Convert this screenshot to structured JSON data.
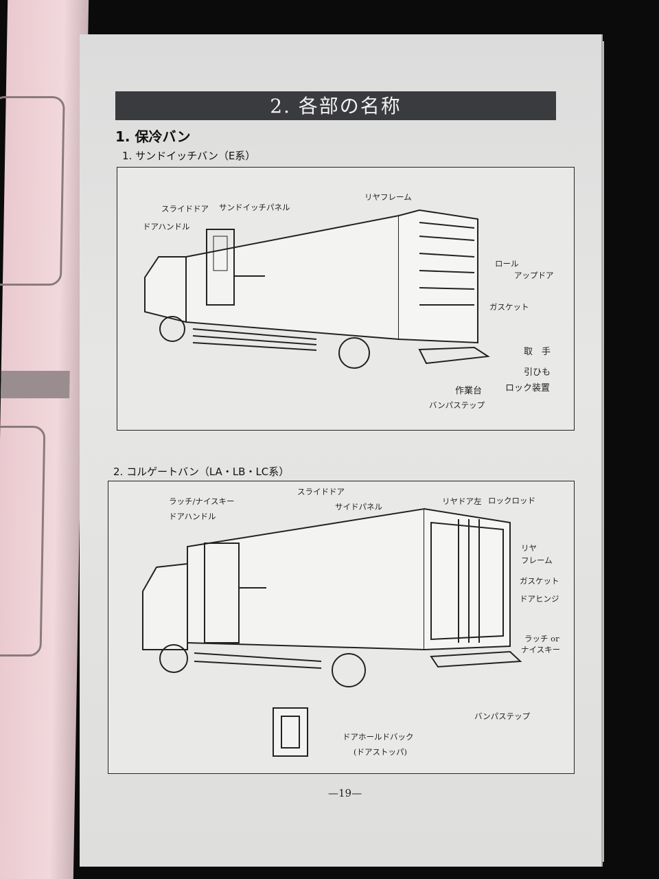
{
  "section_title": "2. 各部の名称",
  "heading": "1.  保冷バン",
  "sub1": {
    "title": "1.  サンドイッチバン（E系）",
    "labels": [
      "スライドドア",
      "サンドイッチパネル",
      "ドアハンドル",
      "リヤフレーム",
      "ロール",
      "アップドア",
      "ガスケット",
      "取　手",
      "引ひも",
      "作業台",
      "ロック装置",
      "バンパステップ"
    ]
  },
  "sub2": {
    "title": "2.  コルゲートバン（LA・LB・LC系）",
    "labels": [
      "ラッチ/ナイスキー",
      "スライドドア",
      "ドアハンドル",
      "サイドパネル",
      "リヤドア左",
      "ロックロッド",
      "リヤ",
      "フレーム",
      "ガスケット",
      "ドアヒンジ",
      "ラッチ or",
      "ナイスキー",
      "バンパステップ",
      "ドアホールドバック",
      "(ドアストッパ)"
    ]
  },
  "page_number": "—19—"
}
